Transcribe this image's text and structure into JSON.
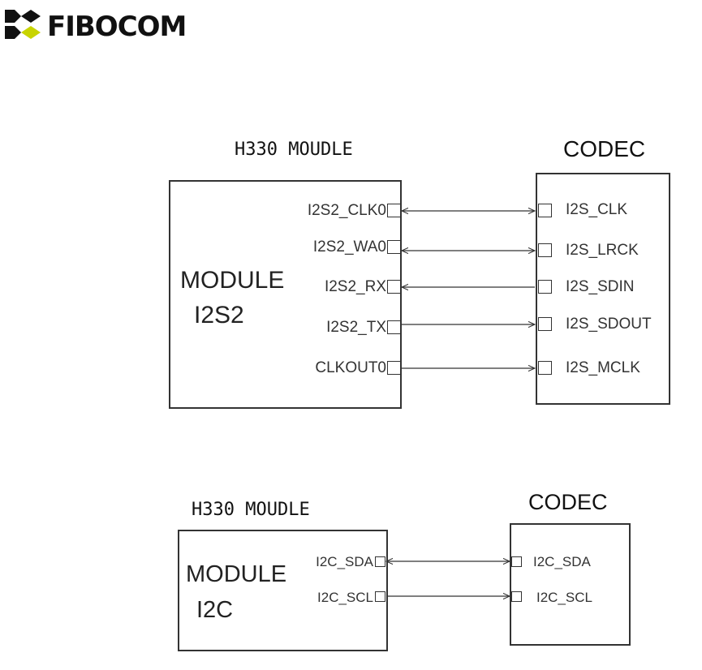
{
  "logo": {
    "text": "FIBOCOM"
  },
  "i2s": {
    "module_title": "H330 MOUDLE",
    "codec_title": "CODEC",
    "module_label_line1": "MODULE",
    "module_label_line2": "I2S2",
    "connections": [
      {
        "module_pin": "I2S2_CLK0",
        "codec_pin": "I2S_CLK",
        "direction": "bidirectional"
      },
      {
        "module_pin": "I2S2_WA0",
        "codec_pin": "I2S_LRCK",
        "direction": "bidirectional"
      },
      {
        "module_pin": "I2S2_RX",
        "codec_pin": "I2S_SDIN",
        "direction": "to-module"
      },
      {
        "module_pin": "I2S2_TX",
        "codec_pin": "I2S_SDOUT",
        "direction": "to-codec"
      },
      {
        "module_pin": "CLKOUT0",
        "codec_pin": "I2S_MCLK",
        "direction": "to-codec"
      }
    ]
  },
  "i2c": {
    "module_title": "H330 MOUDLE",
    "codec_title": "CODEC",
    "module_label_line1": "MODULE",
    "module_label_line2": "I2C",
    "connections": [
      {
        "module_pin": "I2C_SDA",
        "codec_pin": "I2C_SDA",
        "direction": "bidirectional"
      },
      {
        "module_pin": "I2C_SCL",
        "codec_pin": "I2C_SCL",
        "direction": "to-codec"
      }
    ]
  }
}
